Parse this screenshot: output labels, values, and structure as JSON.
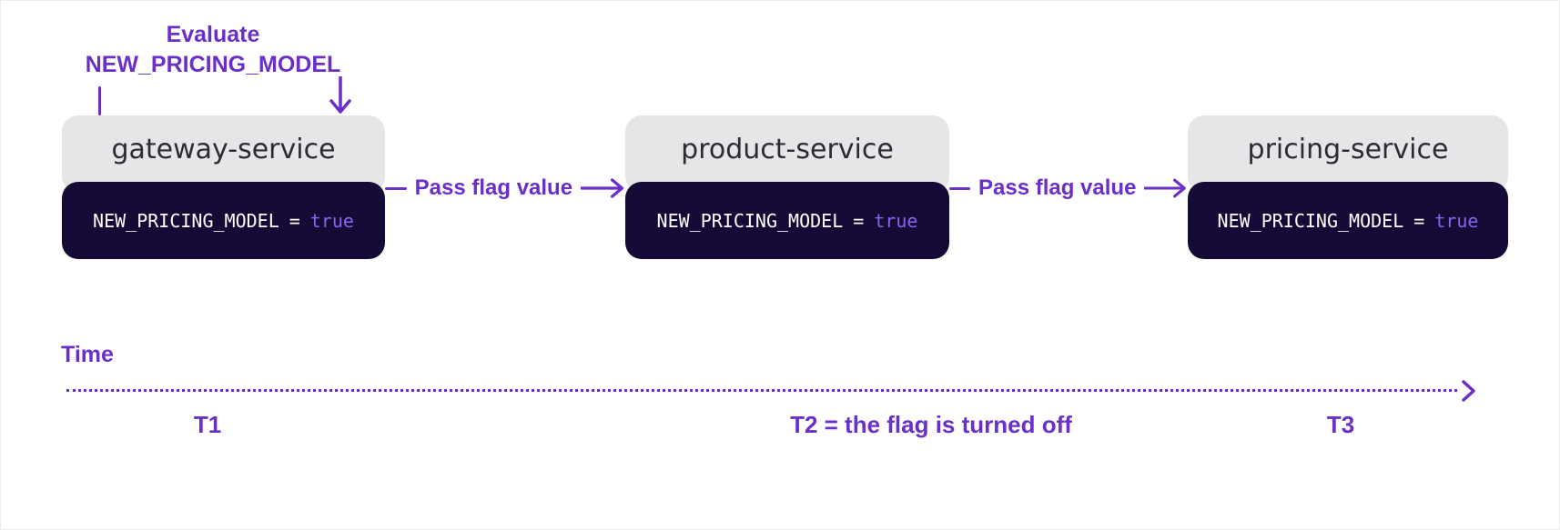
{
  "colors": {
    "purple": "#6A2FC9",
    "light_purple": "#8A63F0",
    "navy": "#140A35",
    "gray": "#E6E5E7",
    "title_text": "#2D2C31"
  },
  "annotation": {
    "line1": "Evaluate",
    "line2": "NEW_PRICING_MODEL"
  },
  "services": [
    {
      "name": "gateway-service",
      "flag_key": "NEW_PRICING_MODEL",
      "flag_eq": "=",
      "flag_value": "true"
    },
    {
      "name": "product-service",
      "flag_key": "NEW_PRICING_MODEL",
      "flag_eq": "=",
      "flag_value": "true"
    },
    {
      "name": "pricing-service",
      "flag_key": "NEW_PRICING_MODEL",
      "flag_eq": "=",
      "flag_value": "true"
    }
  ],
  "connectors": [
    {
      "label": "Pass flag value"
    },
    {
      "label": "Pass flag value"
    }
  ],
  "timeline": {
    "label": "Time",
    "markers": [
      {
        "label": "T1"
      },
      {
        "label": "T2 = the flag is turned off"
      },
      {
        "label": "T3"
      }
    ]
  }
}
